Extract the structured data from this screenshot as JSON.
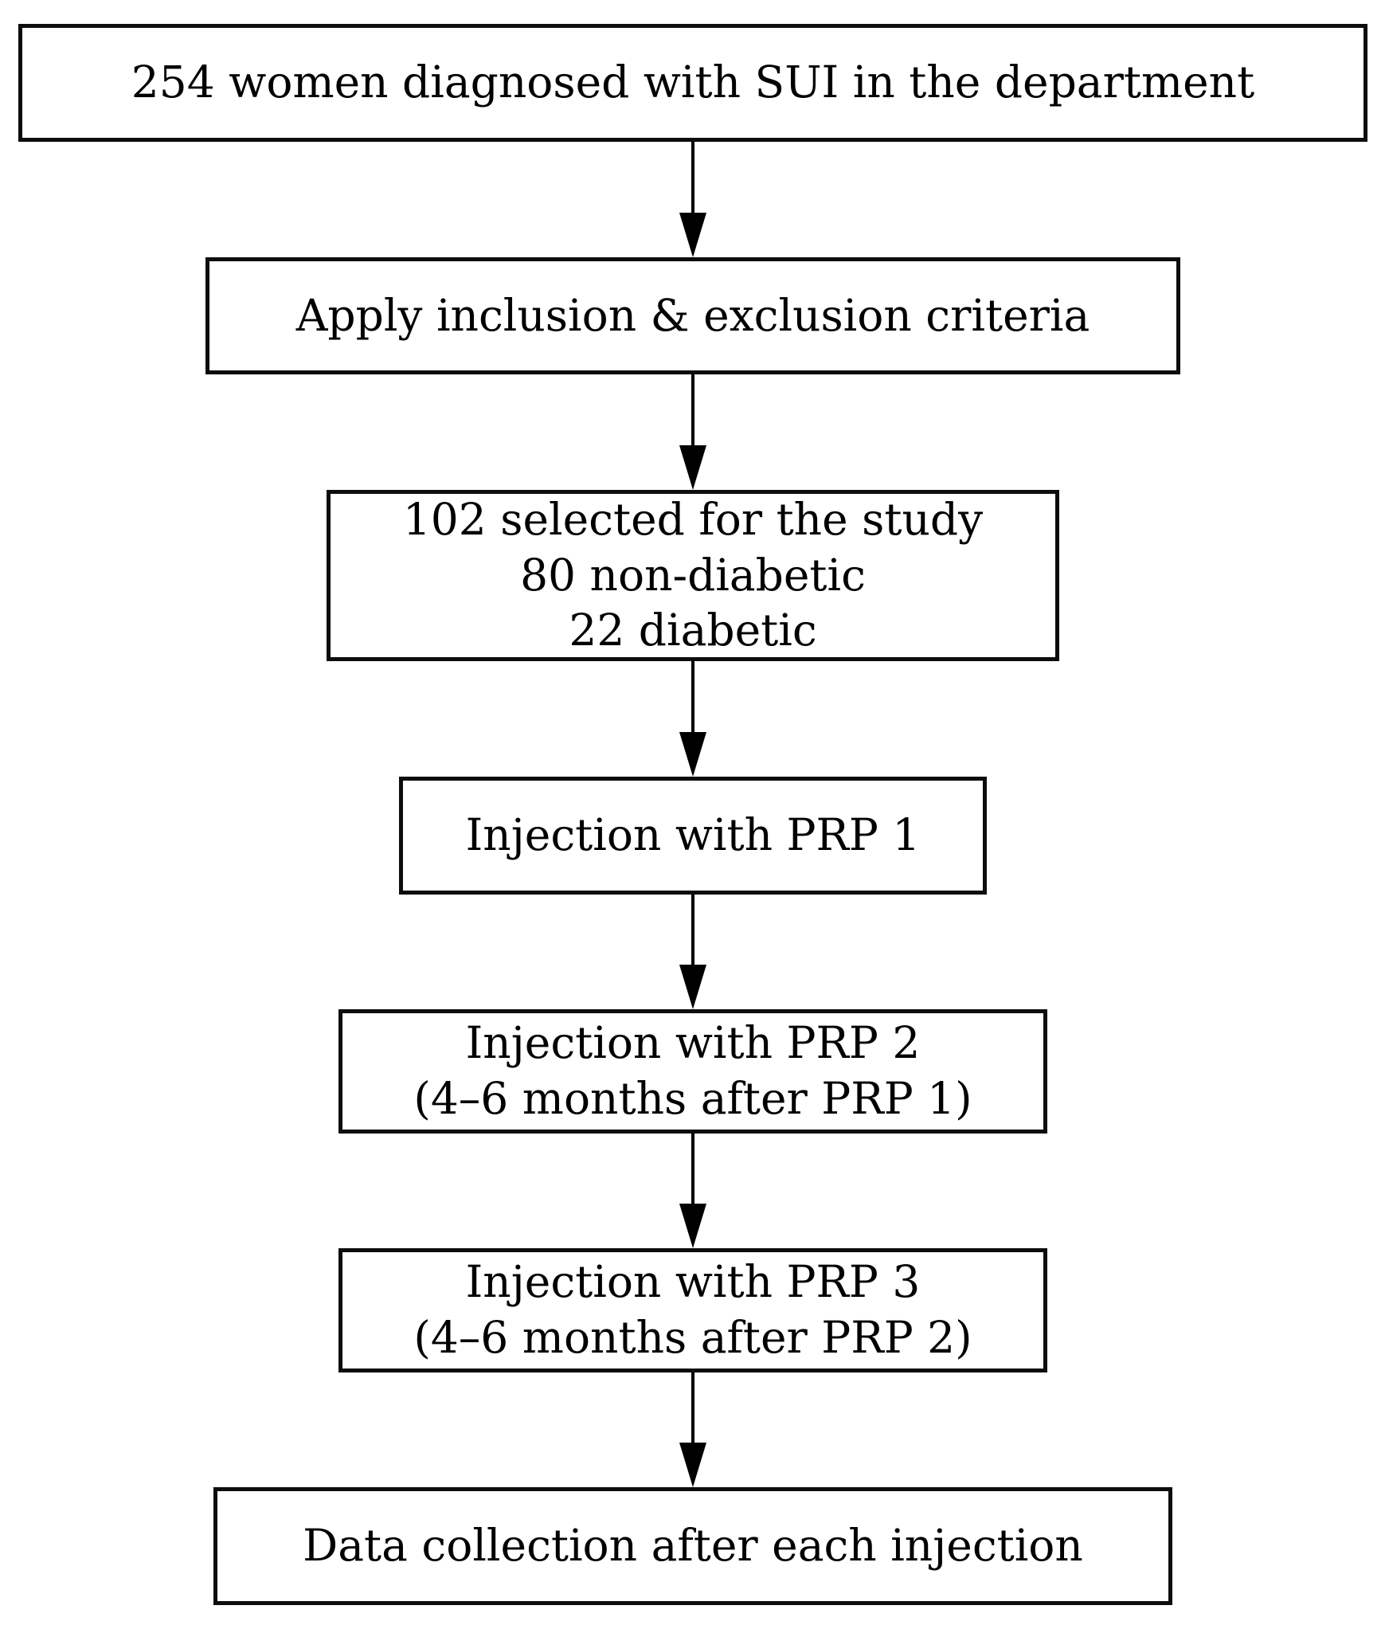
{
  "diagram": {
    "type": "flowchart",
    "colors": {
      "background": "#ffffff",
      "box_fill": "#ffffff",
      "box_border": "#000000",
      "text": "#000000",
      "arrow": "#000000"
    },
    "boxes": [
      {
        "id": "population",
        "lines": [
          "254 women diagnosed with SUI in the department"
        ]
      },
      {
        "id": "criteria",
        "lines": [
          "Apply inclusion & exclusion criteria"
        ]
      },
      {
        "id": "selection",
        "lines": [
          "102 selected for the study",
          "80 non-diabetic",
          "22 diabetic"
        ]
      },
      {
        "id": "prp1",
        "lines": [
          "Injection with PRP 1"
        ]
      },
      {
        "id": "prp2",
        "lines": [
          "Injection with PRP 2",
          "(4–6 months after PRP 1)"
        ]
      },
      {
        "id": "prp3",
        "lines": [
          "Injection with PRP 3",
          "(4–6 months after PRP 2)"
        ]
      },
      {
        "id": "data_collection",
        "lines": [
          "Data collection after each injection"
        ]
      }
    ],
    "arrows": [
      {
        "from": "population",
        "to": "criteria"
      },
      {
        "from": "criteria",
        "to": "selection"
      },
      {
        "from": "selection",
        "to": "prp1"
      },
      {
        "from": "prp1",
        "to": "prp2"
      },
      {
        "from": "prp2",
        "to": "prp3"
      },
      {
        "from": "prp3",
        "to": "data_collection"
      }
    ]
  }
}
